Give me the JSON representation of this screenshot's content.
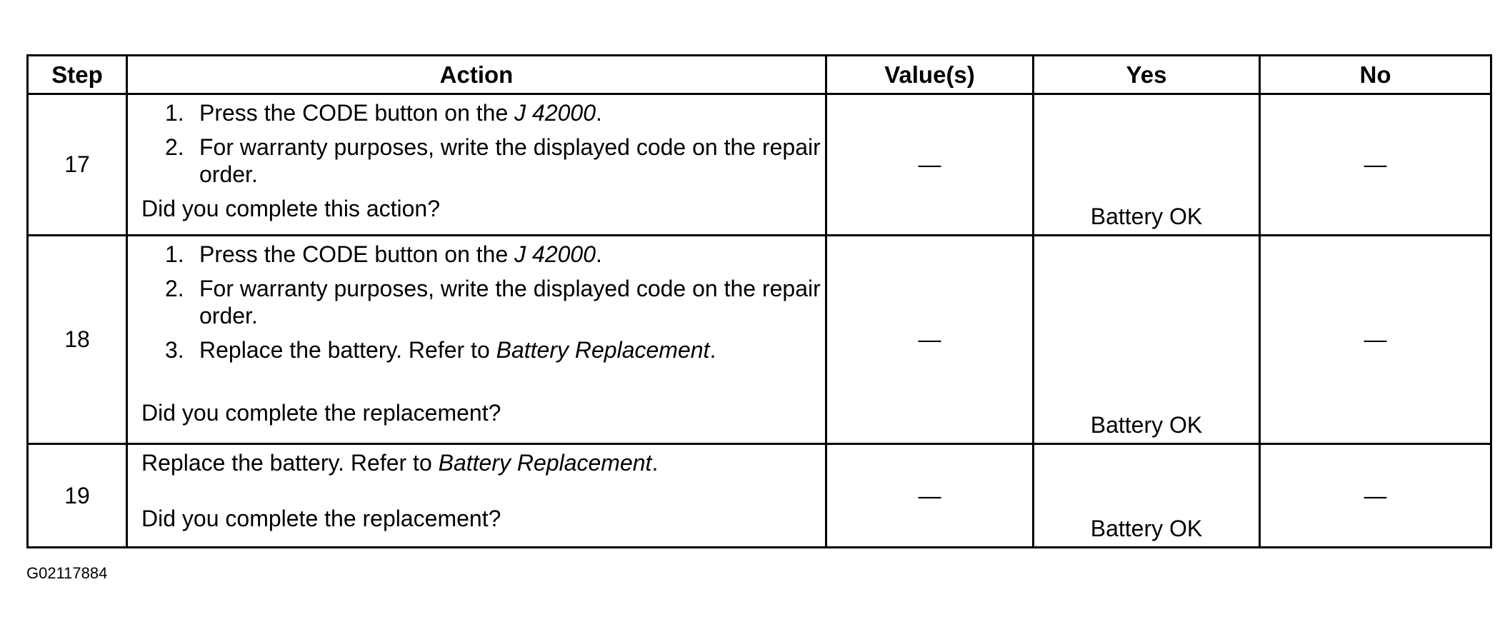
{
  "table": {
    "headers": {
      "step": "Step",
      "action": "Action",
      "values": "Value(s)",
      "yes": "Yes",
      "no": "No"
    },
    "rows": [
      {
        "step": "17",
        "items": [
          {
            "num": "1.",
            "text": "Press the CODE button on the ",
            "ref": "J 42000",
            "tail": "."
          },
          {
            "num": "2.",
            "text": "For warranty purposes, write the displayed code on the repair order."
          }
        ],
        "question": "Did you complete this action?",
        "value": "—",
        "yes": "Battery OK",
        "no": "—"
      },
      {
        "step": "18",
        "items": [
          {
            "num": "1.",
            "text": "Press the CODE button on the ",
            "ref": "J 42000",
            "tail": "."
          },
          {
            "num": "2.",
            "text": "For warranty purposes, write the displayed code on the repair order."
          },
          {
            "num": "3.",
            "text": "Replace the battery. Refer to ",
            "ref": "Battery Replacement",
            "tail": "."
          }
        ],
        "question": "Did you complete the replacement?",
        "value": "—",
        "yes": "Battery OK",
        "no": "—"
      },
      {
        "step": "19",
        "intro": {
          "text": "Replace the battery. Refer to ",
          "ref": "Battery Replacement",
          "tail": "."
        },
        "question": "Did you complete the replacement?",
        "value": "—",
        "yes": "Battery OK",
        "no": "—"
      }
    ]
  },
  "figure_id": "G02117884"
}
